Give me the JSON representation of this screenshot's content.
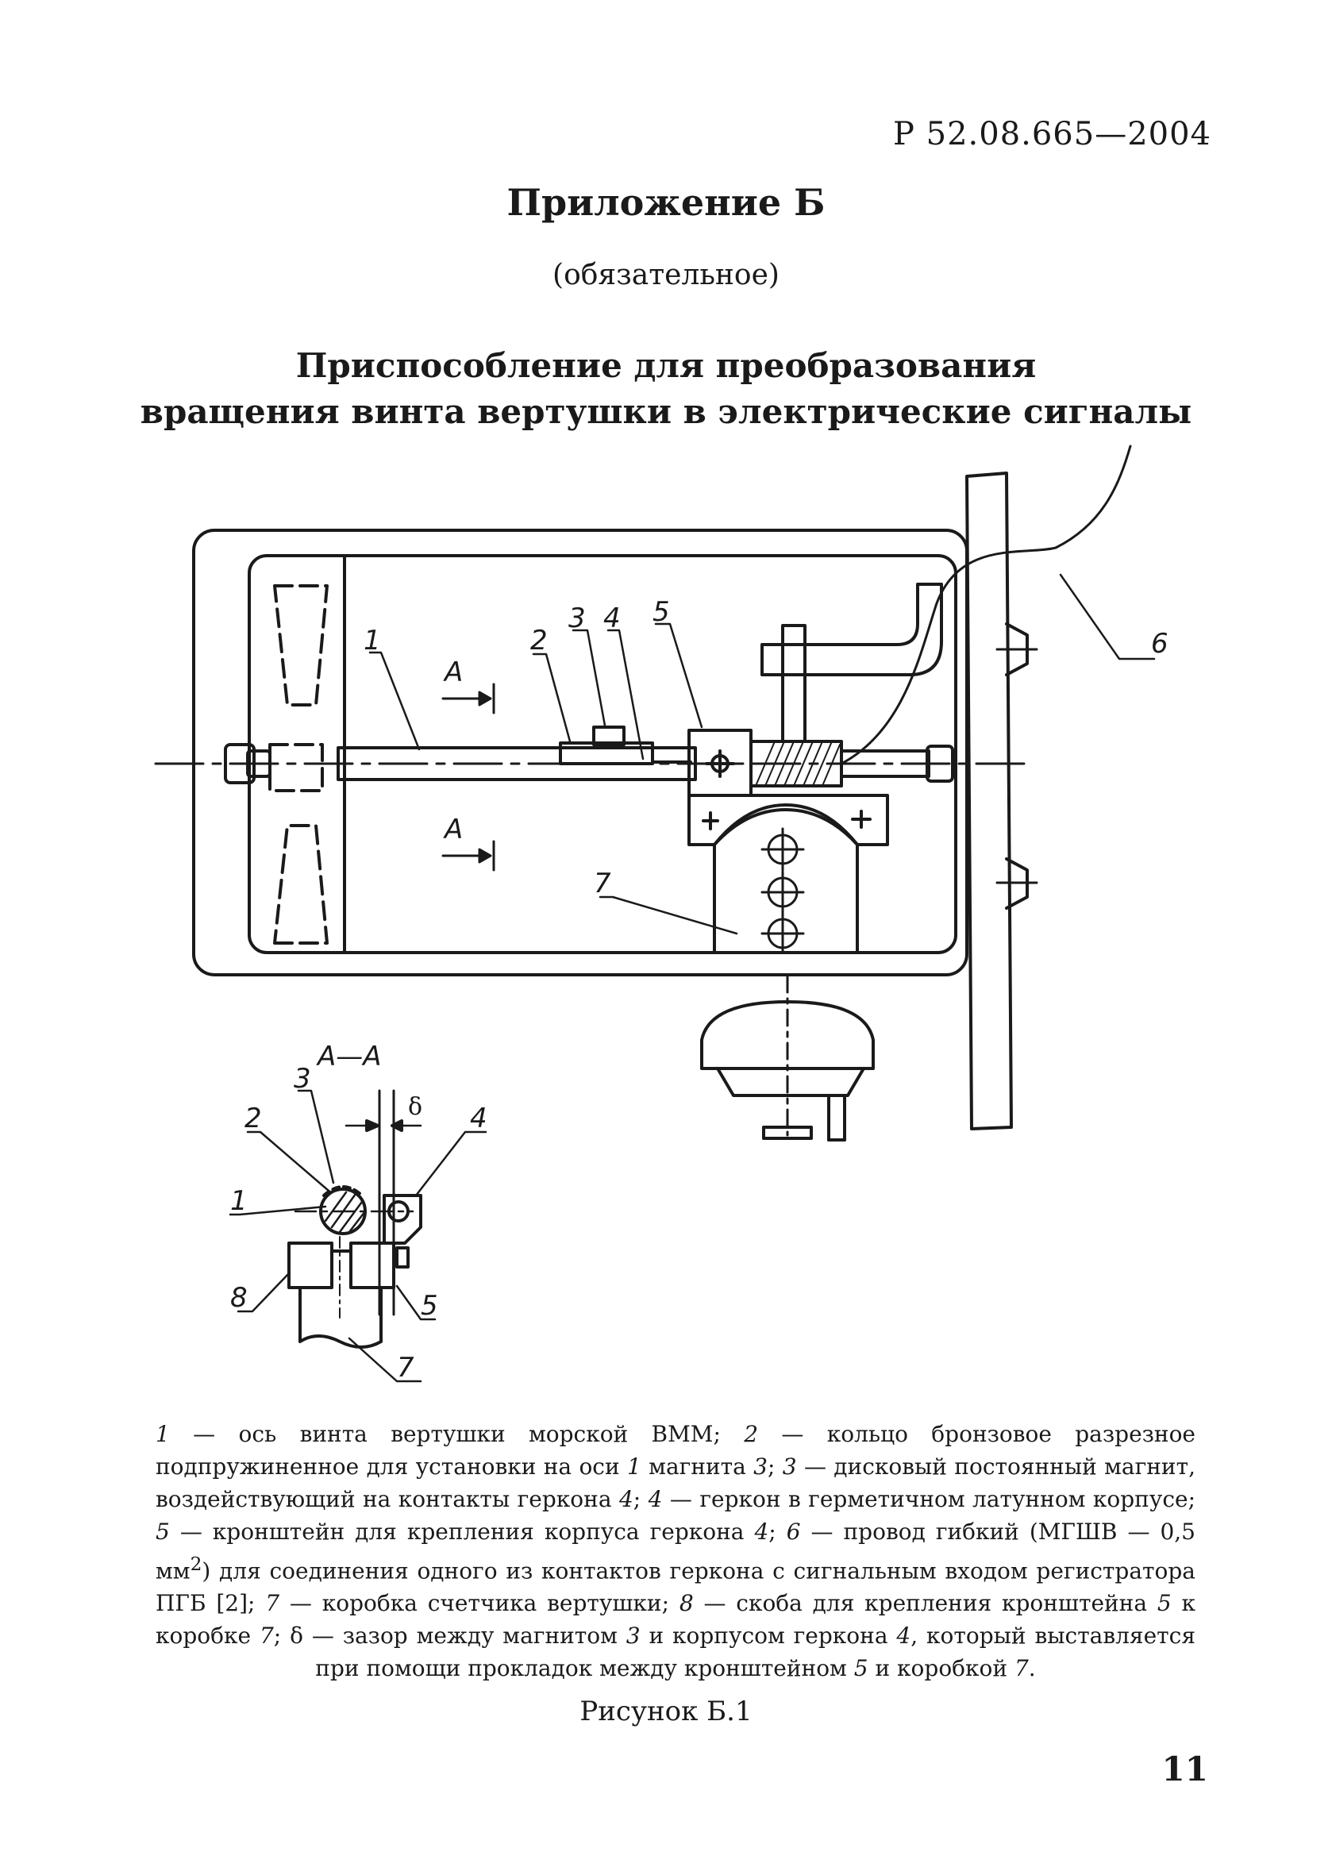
{
  "header": {
    "doc_code": "Р 52.08.665—2004"
  },
  "appendix": {
    "title": "Приложение Б",
    "note": "(обязательное)"
  },
  "figure": {
    "title_line1": "Приспособление для преобразования",
    "title_line2": "вращения винта вертушки в электрические сигналы",
    "labels": {
      "l1": "1",
      "l2": "2",
      "l3": "3",
      "l4": "4",
      "l5": "5",
      "l6": "6",
      "l7": "7",
      "l8": "8",
      "section_arrow": "А",
      "section_title": "А—А",
      "gap": "δ"
    },
    "caption": {
      "n1": "1",
      "t1": " — ось винта вертушки морской ВММ; ",
      "n2": "2",
      "t2": " — кольцо бронзовое разрезное подпружиненное для установки на оси ",
      "n2b": "1",
      "t2b": " магнита ",
      "n2c": "3",
      "t2c": "; ",
      "n3": "3",
      "t3": " — дисковый постоянный магнит, воздействующий на контакты геркона ",
      "n3b": "4",
      "t3b": "; ",
      "n4": "4",
      "t4": " — геркон в герметичном латунном корпусе; ",
      "n5": "5",
      "t5": " — кронштейн для крепления корпуса геркона ",
      "n5b": "4",
      "t5b": "; ",
      "n6": "6",
      "t6": " — провод гибкий (МГШВ — 0,5 мм",
      "sup": "2",
      "t6b": ") для соединения одного из контактов геркона с сигнальным входом регистратора ПГБ [2]; ",
      "n7": "7",
      "t7": " — коробка счетчика вертушки; ",
      "n8": "8",
      "t8": " — скоба для крепления кронштейна ",
      "n8b": "5",
      "t8b": " к коробке ",
      "n8c": "7",
      "t8c": "; δ — зазор между магнитом ",
      "n9": "3",
      "t9": " и корпусом геркона ",
      "n9b": "4",
      "t9b": ", который выставляется при помощи прокладок между кронштейном ",
      "n9c": "5",
      "t9c": " и коробкой ",
      "n9d": "7",
      "t9d": "."
    },
    "number": "Рисунок Б.1"
  },
  "footer": {
    "page_number": "11"
  }
}
